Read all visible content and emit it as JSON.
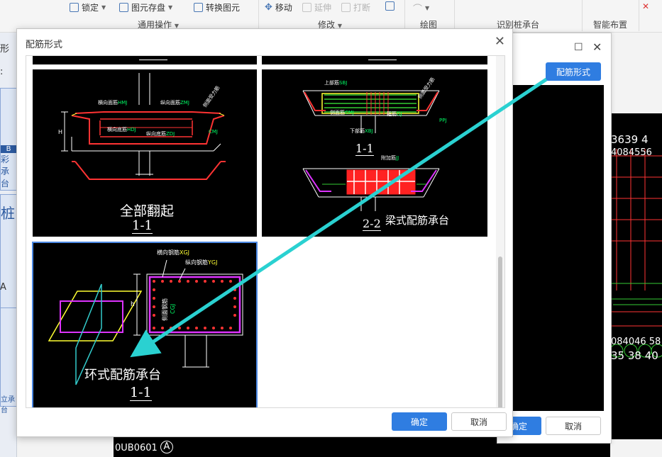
{
  "ribbon": {
    "items": [
      {
        "label": "锁定",
        "dim": false
      },
      {
        "label": "图元存盘",
        "dim": false
      },
      {
        "label": "转换图元",
        "dim": false
      },
      {
        "label": "移动",
        "dim": false
      },
      {
        "label": "延伸",
        "dim": true
      },
      {
        "label": "打断",
        "dim": true
      }
    ],
    "groups": {
      "general": "通用操作",
      "modify": "修改",
      "draw": "绘图",
      "identify": "识别桩承台",
      "smart": "智能布置"
    }
  },
  "left_strip": {
    "texts": [
      "形",
      ":",
      "B",
      "彩承台",
      "桩",
      "A",
      "立承台"
    ]
  },
  "bg_dialog": {
    "rebar_form_button": "配筋形式",
    "ok_button": "确定",
    "cancel_button": "取消",
    "cad_texts": [
      "3639 4",
      "4084556",
      "084046 58",
      "35 38 40"
    ]
  },
  "bottom_strip": {
    "text": "0UB0601",
    "letter": "A"
  },
  "dialog": {
    "title": "配筋形式",
    "ok_button": "确定",
    "cancel_button": "取消",
    "thumbnails": [
      {
        "caption": "全部翻起",
        "section": "1-1",
        "labels": {
          "top_h": "横向面筋",
          "top_h_code": "HMJ",
          "top_v": "纵向面筋",
          "top_v_code": "ZMJ",
          "side": "侧面受力筋",
          "bot_h": "横向底筋",
          "bot_h_code": "HDJ",
          "bot_v": "纵向底筋",
          "bot_v_code": "ZDJ",
          "bw": "CMJ",
          "h": "H"
        }
      },
      {
        "caption": "梁式配筋承台",
        "section_top": "1-1",
        "section_bot": "2-2",
        "labels": {
          "top": "上部筋",
          "top_code": "SBJ",
          "side": "侧面受力筋",
          "tie": "侧面筋",
          "tie_code": "CMJ",
          "bot": "下部筋",
          "bot_code": "XBJ",
          "stirrup": "箍筋",
          "stirrup_code": "GJ",
          "pp": "PPJ",
          "hook": "附加筋",
          "hook_code": "JJ"
        }
      },
      {
        "caption": "环式配筋承台",
        "section": "1-1",
        "labels": {
          "h_bar": "横向钢筋",
          "h_code": "XGJ",
          "v_bar": "纵向钢筋",
          "v_code": "YGJ",
          "side_bar": "侧面钢筋",
          "side_code": "CGJ",
          "h": "h"
        }
      }
    ]
  }
}
